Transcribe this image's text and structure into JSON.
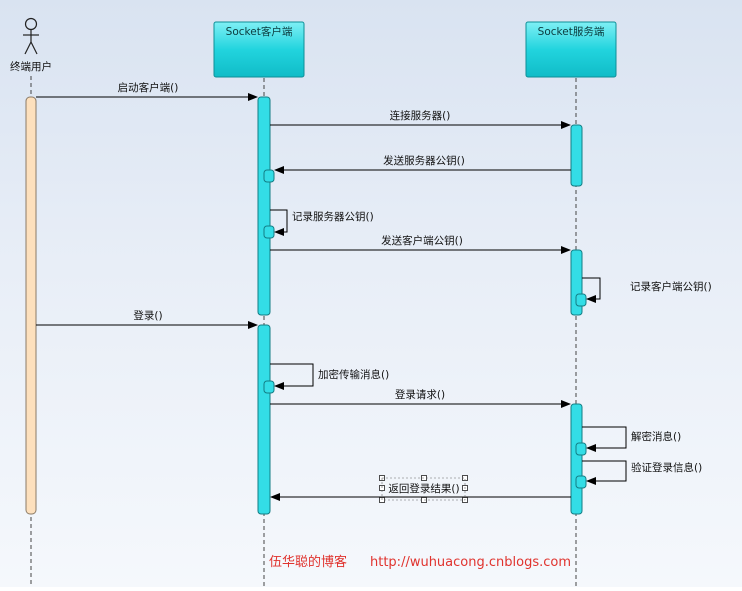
{
  "participants": [
    {
      "id": "user",
      "label": "终端用户",
      "kind": "actor"
    },
    {
      "id": "client",
      "label": "Socket客户端",
      "kind": "object"
    },
    {
      "id": "server",
      "label": "Socket服务端",
      "kind": "object"
    }
  ],
  "messages": [
    {
      "label": "启动客户端()",
      "from": "user",
      "to": "client"
    },
    {
      "label": "连接服务器()",
      "from": "client",
      "to": "server"
    },
    {
      "label": "发送服务器公钥()",
      "from": "server",
      "to": "client"
    },
    {
      "label": "记录服务器公钥()",
      "from": "client",
      "to": "client"
    },
    {
      "label": "发送客户端公钥()",
      "from": "client",
      "to": "server"
    },
    {
      "label": "记录客户端公钥()",
      "from": "server",
      "to": "server"
    },
    {
      "label": "登录()",
      "from": "user",
      "to": "client"
    },
    {
      "label": "加密传输消息()",
      "from": "client",
      "to": "client"
    },
    {
      "label": "登录请求()",
      "from": "client",
      "to": "server"
    },
    {
      "label": "解密消息()",
      "from": "server",
      "to": "server"
    },
    {
      "label": "验证登录信息()",
      "from": "server",
      "to": "server"
    },
    {
      "label": "返回登录结果()",
      "from": "server",
      "to": "client"
    }
  ],
  "watermark": {
    "text": "伍华聪的博客",
    "url": "http://wuhuacong.cnblogs.com"
  },
  "colors": {
    "actor_bar": "#fde0bd",
    "activation": "#33dde6",
    "header": "#19cfd9",
    "line": "#000000",
    "watermark": "#e0332e"
  }
}
